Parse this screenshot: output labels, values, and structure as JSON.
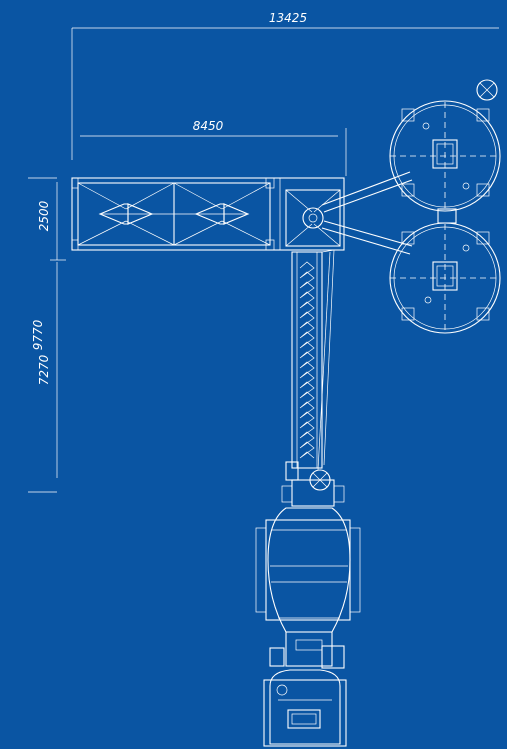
{
  "colors": {
    "background": "#0a55a3",
    "line": "#ffffff"
  },
  "dimensions": {
    "overall_width": "13425",
    "screed_width": "8450",
    "overall_length": "9770",
    "screed_depth": "2500",
    "conveyor_length": "7270"
  }
}
